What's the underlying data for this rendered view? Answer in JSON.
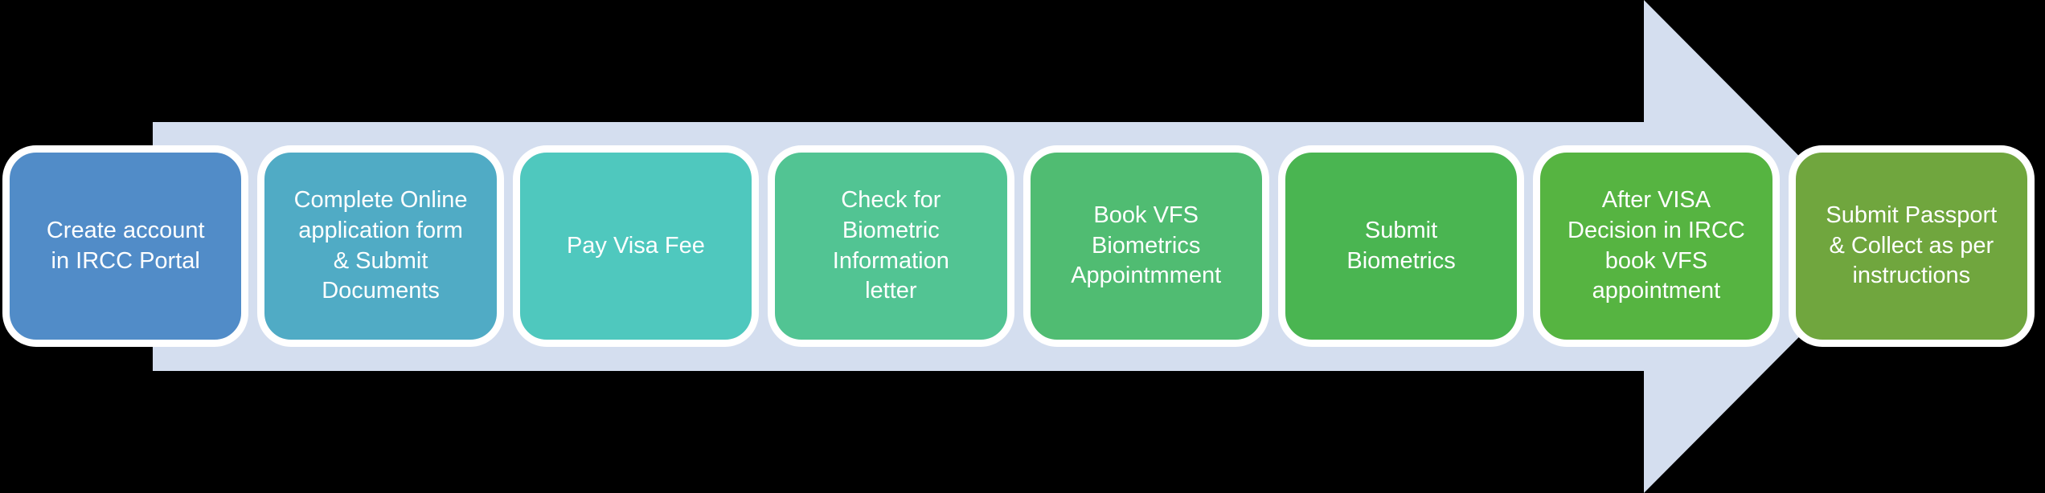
{
  "diagram": {
    "type": "process-flow-arrow",
    "direction": "left-to-right",
    "background_color": "#000000",
    "arrow_color": "#D4DEEF",
    "box_border_color": "#FFFFFF",
    "text_color": "#FFFFFF",
    "steps": [
      {
        "label": "Create account\nin IRCC Portal",
        "color": "#518CC8"
      },
      {
        "label": "Complete Online\napplication form\n& Submit\nDocuments",
        "color": "#50ABC5"
      },
      {
        "label": "Pay Visa Fee",
        "color": "#4FC8BE"
      },
      {
        "label": "Check for\nBiometric\nInformation\nletter",
        "color": "#52C493"
      },
      {
        "label": "Book VFS\nBiometrics\nAppointmment",
        "color": "#50BC72"
      },
      {
        "label": "Submit\nBiometrics",
        "color": "#4AB551"
      },
      {
        "label": "After VISA\nDecision in IRCC\nbook VFS\nappointment",
        "color": "#56B441"
      },
      {
        "label": "Submit Passport\n& Collect as per\ninstructions",
        "color": "#70A63E"
      }
    ]
  }
}
